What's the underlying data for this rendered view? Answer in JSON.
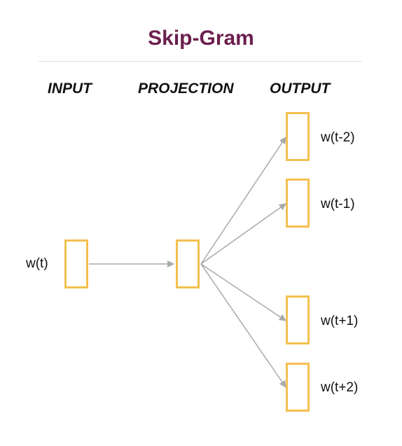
{
  "title": "Skip-Gram",
  "columns": {
    "input": "INPUT",
    "projection": "PROJECTION",
    "output": "OUTPUT"
  },
  "input_word": "w(t)",
  "output_words": [
    "w(t-2)",
    "w(t-1)",
    "w(t+1)",
    "w(t+2)"
  ],
  "colors": {
    "title": "#6b1f4e",
    "box_border": "#f4c04f",
    "arrow": "#a9a9a9",
    "rule": "#e2e2e2"
  }
}
